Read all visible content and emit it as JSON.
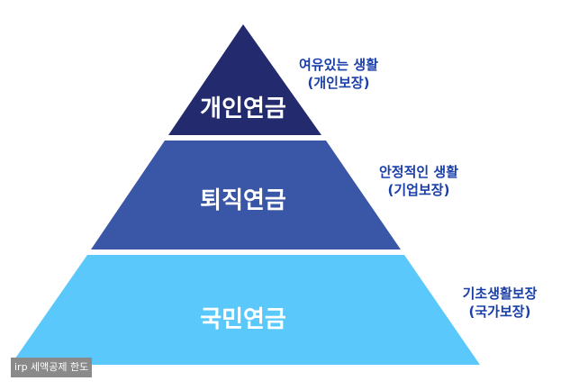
{
  "tiers": [
    {
      "label": "개인연금",
      "note_line1": "여유있는 생활",
      "note_line2": "(개인보장)",
      "color": "#232a6e"
    },
    {
      "label": "퇴직연금",
      "note_line1": "안정적인 생활",
      "note_line2": "(기업보장)",
      "color": "#3a56a6"
    },
    {
      "label": "국민연금",
      "note_line1": "기초생활보장",
      "note_line2": "(국가보장)",
      "color": "#5ac8fa"
    }
  ],
  "watermark": "irp 세액공제 한도",
  "colors": {
    "note_text": "#1a3fa8",
    "tier_text": "#ffffff",
    "background": "#ffffff"
  }
}
